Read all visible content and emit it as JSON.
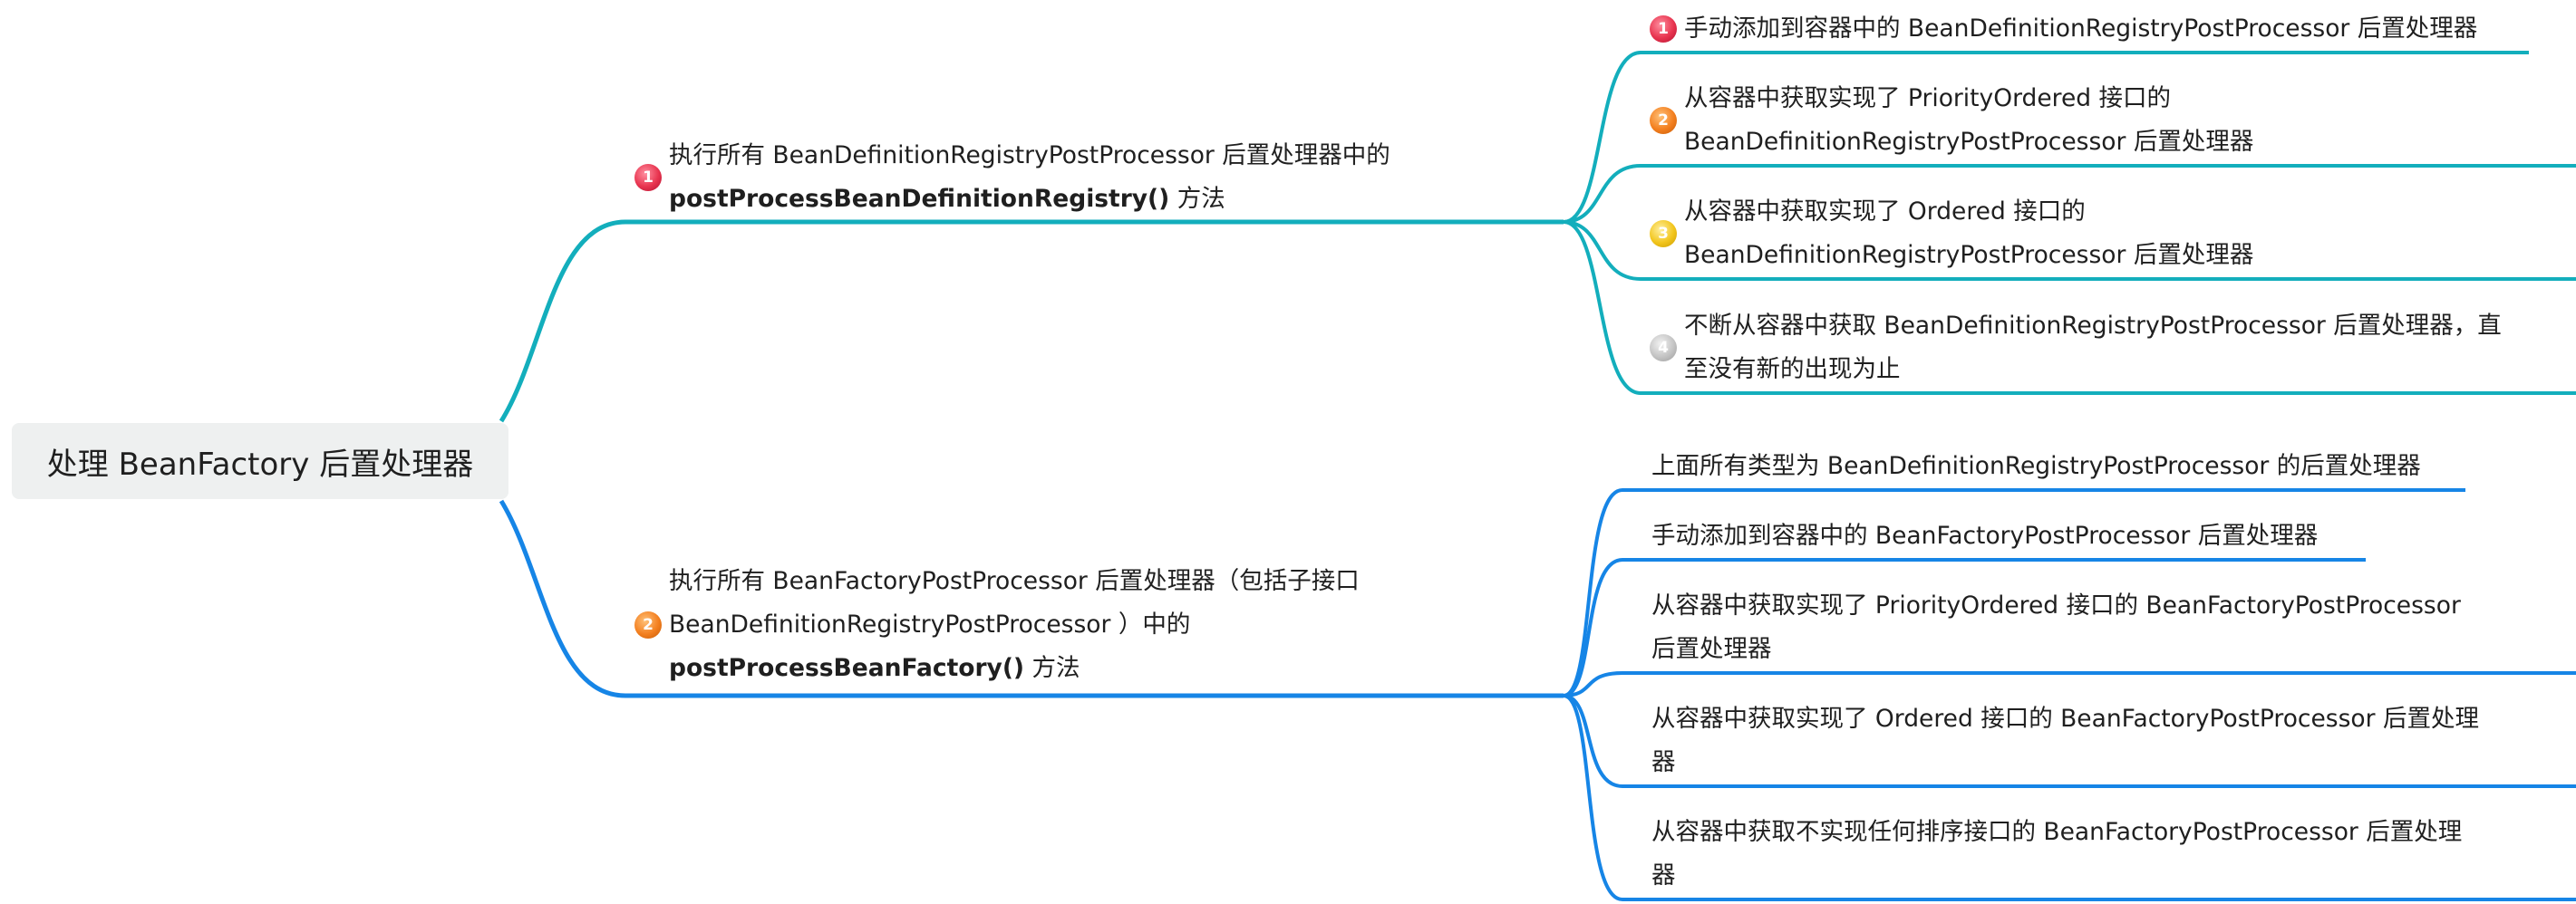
{
  "colors": {
    "teal": "#13aebc",
    "blue": "#1685e6",
    "root_bg": "#eef0f0"
  },
  "root": {
    "label": "处理 BeanFactory 后置处理器"
  },
  "branch1": {
    "badge": "1",
    "line1": "执行所有 BeanDefinitionRegistryPostProcessor 后置处理器中的",
    "line2_bold": "postProcessBeanDefinitionRegistry()",
    "line2_rest": " 方法",
    "children": [
      {
        "badge": "1",
        "badge_color": "red",
        "lines": [
          "手动添加到容器中的 BeanDefinitionRegistryPostProcessor 后置处理器"
        ]
      },
      {
        "badge": "2",
        "badge_color": "orange",
        "lines": [
          "从容器中获取实现了 PriorityOrdered 接口的",
          "BeanDefinitionRegistryPostProcessor 后置处理器"
        ]
      },
      {
        "badge": "3",
        "badge_color": "yellow",
        "lines": [
          "从容器中获取实现了 Ordered 接口的",
          "BeanDefinitionRegistryPostProcessor 后置处理器"
        ]
      },
      {
        "badge": "4",
        "badge_color": "grey",
        "lines": [
          "不断从容器中获取 BeanDefinitionRegistryPostProcessor 后置处理器，直",
          "至没有新的出现为止"
        ]
      }
    ]
  },
  "branch2": {
    "badge": "2",
    "line1": "执行所有 BeanFactoryPostProcessor 后置处理器（包括子接口",
    "line2": "BeanDefinitionRegistryPostProcessor ）中的",
    "line3_bold": "postProcessBeanFactory()",
    "line3_rest": " 方法",
    "children": [
      {
        "lines": [
          "上面所有类型为 BeanDefinitionRegistryPostProcessor 的后置处理器"
        ]
      },
      {
        "lines": [
          "手动添加到容器中的 BeanFactoryPostProcessor 后置处理器"
        ]
      },
      {
        "lines": [
          "从容器中获取实现了 PriorityOrdered 接口的 BeanFactoryPostProcessor",
          "后置处理器"
        ]
      },
      {
        "lines": [
          "从容器中获取实现了 Ordered 接口的 BeanFactoryPostProcessor 后置处理",
          "器"
        ]
      },
      {
        "lines": [
          "从容器中获取不实现任何排序接口的 BeanFactoryPostProcessor 后置处理",
          "器"
        ]
      }
    ]
  }
}
